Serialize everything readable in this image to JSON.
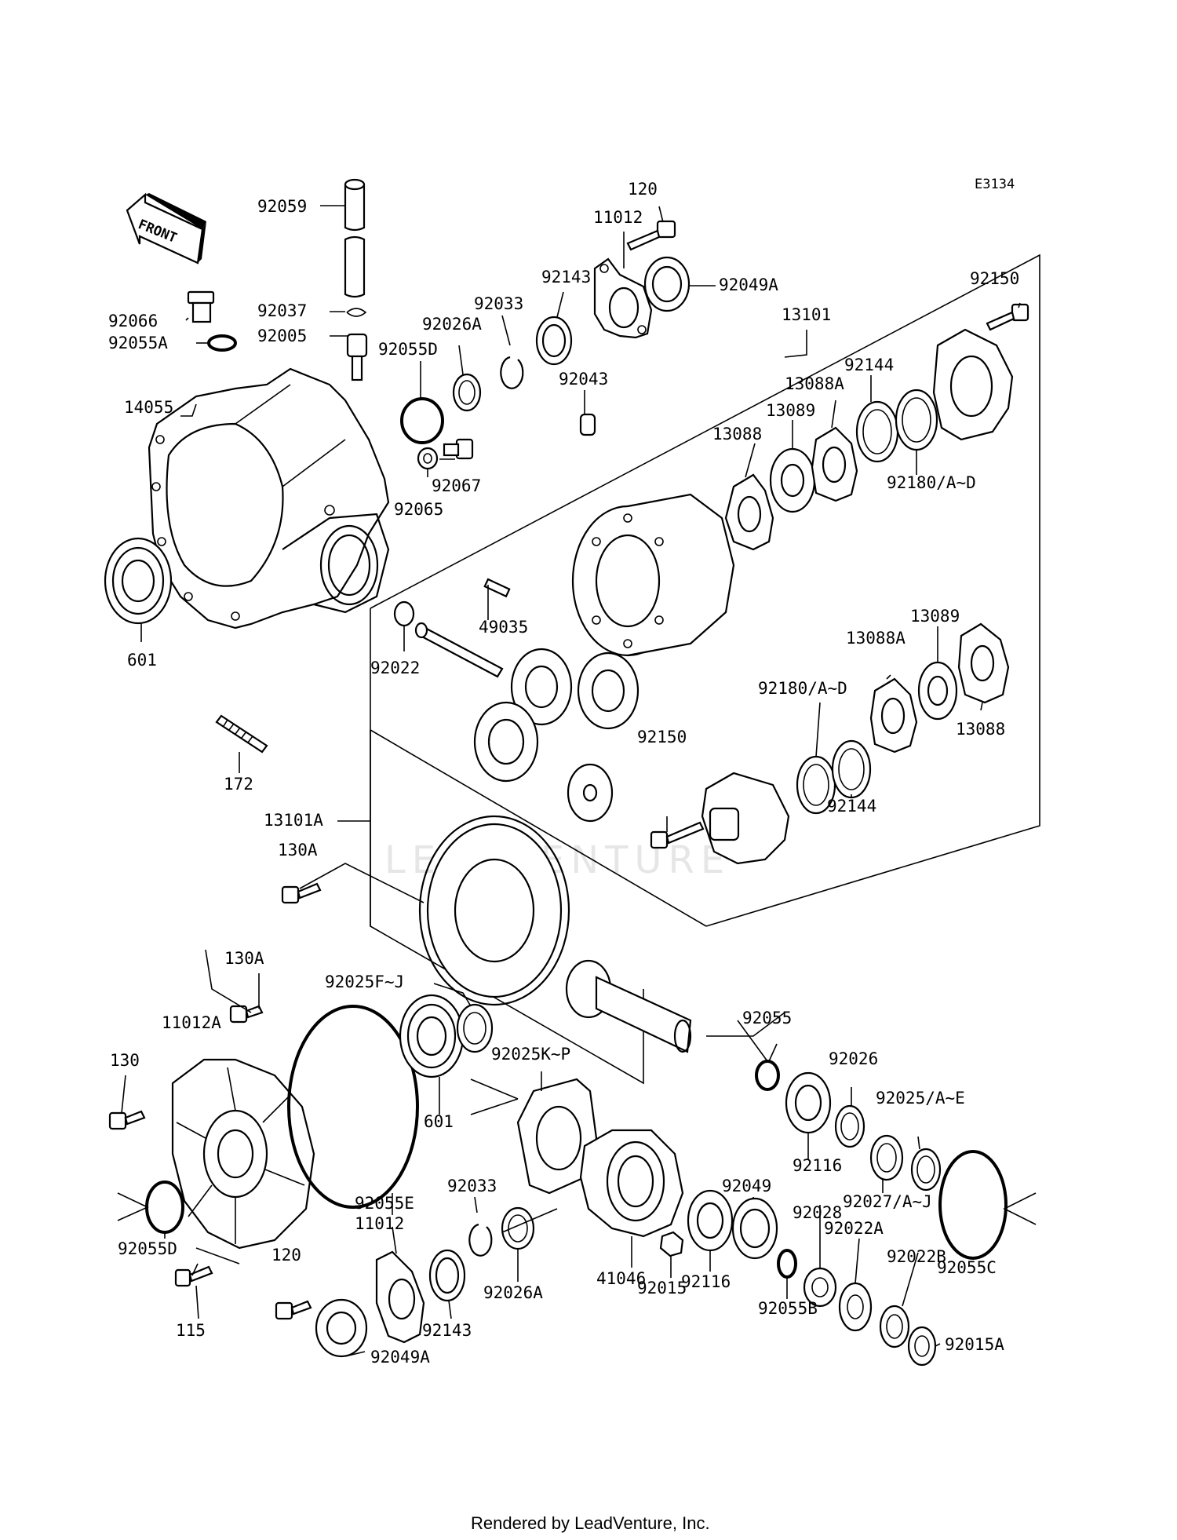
{
  "diagram_code": "E3134",
  "front_label": "FRONT",
  "watermark": "LEADVENTURE",
  "footer": "Rendered by LeadVenture, Inc.",
  "labels": [
    {
      "id": "l1",
      "text": "120"
    },
    {
      "id": "l2",
      "text": "11012"
    },
    {
      "id": "l3",
      "text": "92059"
    },
    {
      "id": "l4",
      "text": "92143"
    },
    {
      "id": "l5",
      "text": "92049A"
    },
    {
      "id": "l6",
      "text": "92033"
    },
    {
      "id": "l7",
      "text": "92150"
    },
    {
      "id": "l8",
      "text": "13101"
    },
    {
      "id": "l9",
      "text": "92066"
    },
    {
      "id": "l10",
      "text": "92037"
    },
    {
      "id": "l11",
      "text": "92026A"
    },
    {
      "id": "l12",
      "text": "92055A"
    },
    {
      "id": "l13",
      "text": "92005"
    },
    {
      "id": "l14",
      "text": "92055D"
    },
    {
      "id": "l15",
      "text": "92144"
    },
    {
      "id": "l16",
      "text": "13088A"
    },
    {
      "id": "l17",
      "text": "92043"
    },
    {
      "id": "l18",
      "text": "14055"
    },
    {
      "id": "l19",
      "text": "13089"
    },
    {
      "id": "l20",
      "text": "13088"
    },
    {
      "id": "l21",
      "text": "92180/A~D"
    },
    {
      "id": "l22",
      "text": "92067"
    },
    {
      "id": "l23",
      "text": "92065"
    },
    {
      "id": "l24",
      "text": "13089"
    },
    {
      "id": "l25",
      "text": "49035"
    },
    {
      "id": "l26",
      "text": "13088A"
    },
    {
      "id": "l27",
      "text": "601"
    },
    {
      "id": "l28",
      "text": "92022"
    },
    {
      "id": "l29",
      "text": "92180/A~D"
    },
    {
      "id": "l30",
      "text": "13088"
    },
    {
      "id": "l31",
      "text": "92150"
    },
    {
      "id": "l32",
      "text": "172"
    },
    {
      "id": "l33",
      "text": "92144"
    },
    {
      "id": "l34",
      "text": "13101A"
    },
    {
      "id": "l35",
      "text": "130A"
    },
    {
      "id": "l36",
      "text": "130A"
    },
    {
      "id": "l37",
      "text": "92025F~J"
    },
    {
      "id": "l38",
      "text": "11012A"
    },
    {
      "id": "l39",
      "text": "92055"
    },
    {
      "id": "l40",
      "text": "130"
    },
    {
      "id": "l41",
      "text": "92025K~P"
    },
    {
      "id": "l42",
      "text": "92026"
    },
    {
      "id": "l43",
      "text": "601"
    },
    {
      "id": "l44",
      "text": "92025/A~E"
    },
    {
      "id": "l45",
      "text": "92116"
    },
    {
      "id": "l46",
      "text": "92055E"
    },
    {
      "id": "l47",
      "text": "92033"
    },
    {
      "id": "l48",
      "text": "92027/A~J"
    },
    {
      "id": "l49",
      "text": "11012"
    },
    {
      "id": "l50",
      "text": "92049"
    },
    {
      "id": "l51",
      "text": "92028"
    },
    {
      "id": "l52",
      "text": "92022A"
    },
    {
      "id": "l53",
      "text": "92055D"
    },
    {
      "id": "l54",
      "text": "120"
    },
    {
      "id": "l55",
      "text": "92022B"
    },
    {
      "id": "l56",
      "text": "92055C"
    },
    {
      "id": "l57",
      "text": "41046"
    },
    {
      "id": "l58",
      "text": "92116"
    },
    {
      "id": "l59",
      "text": "92026A"
    },
    {
      "id": "l60",
      "text": "92015A"
    },
    {
      "id": "l61",
      "text": "92015"
    },
    {
      "id": "l62",
      "text": "92055B"
    },
    {
      "id": "l63",
      "text": "115"
    },
    {
      "id": "l64",
      "text": "92143"
    },
    {
      "id": "l65",
      "text": "92049A"
    }
  ]
}
